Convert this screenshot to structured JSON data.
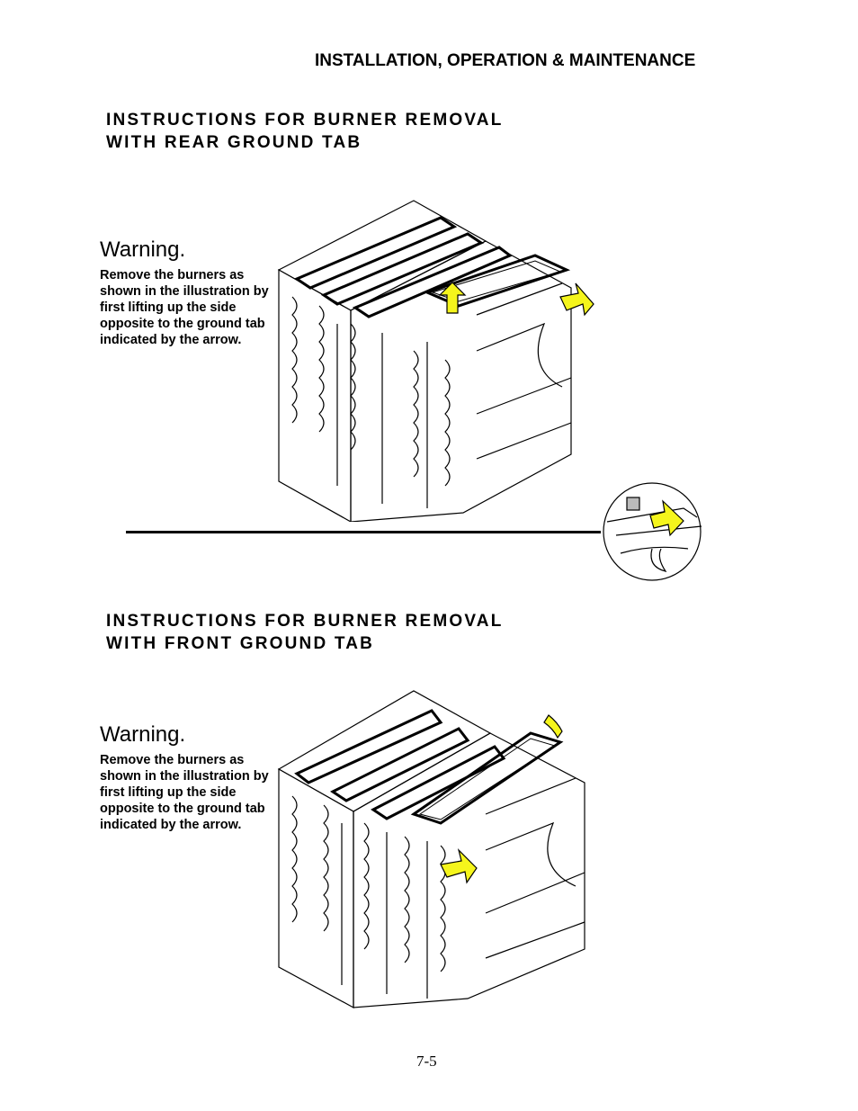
{
  "header": {
    "title": "INSTALLATION, OPERATION & MAINTENANCE"
  },
  "sections": [
    {
      "title_line1": "INSTRUCTIONS FOR BURNER REMOVAL",
      "title_line2": "WITH REAR GROUND TAB",
      "warning_heading": "Warning.",
      "warning_body": "Remove the burners as shown in the illustration by first lifting up the side opposite to the ground tab indicated by the arrow."
    },
    {
      "title_line1": "INSTRUCTIONS FOR BURNER REMOVAL",
      "title_line2": "WITH FRONT GROUND TAB",
      "warning_heading": "Warning.",
      "warning_body": "Remove the burners as shown in the illustration by first lifting up the side opposite to the ground tab indicated by the arrow."
    }
  ],
  "colors": {
    "arrow_fill": "#f5f51c",
    "line": "#000000"
  },
  "footer": {
    "page_number": "7-5"
  }
}
